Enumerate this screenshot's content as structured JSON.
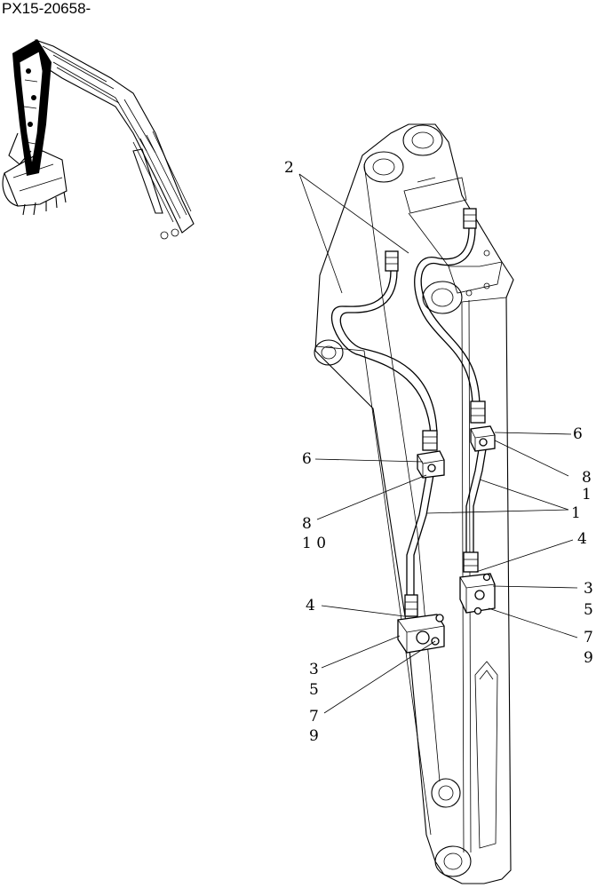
{
  "drawing_id": "PX15-20658-",
  "callouts": {
    "c2": "2",
    "c6_left": "6",
    "c8_left": "8",
    "c10_left": "1 0",
    "c1_center": "1",
    "c6_right": "6",
    "c8_right": "8",
    "c1_right": "1",
    "c4_right": "4",
    "c3_right": "3",
    "c5_right": "5",
    "c7_right": "7",
    "c9_right": "9",
    "c4_left": "4",
    "c3_left": "3",
    "c5_left": "5",
    "c7_left": "7",
    "c9_left": "9"
  }
}
